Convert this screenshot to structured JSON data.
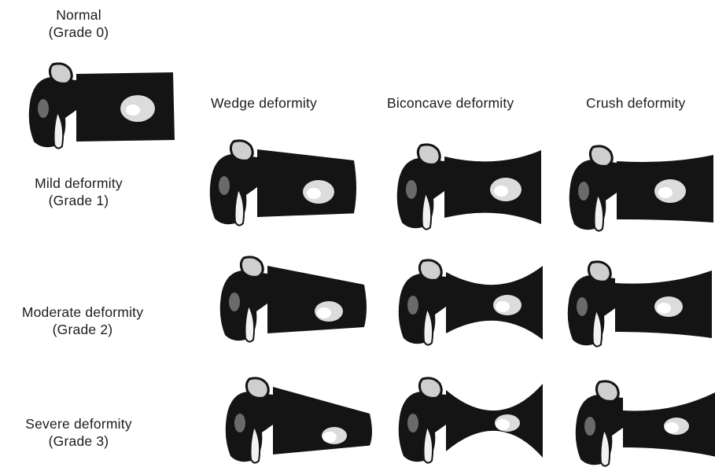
{
  "columns": [
    {
      "id": "wedge",
      "label": "Wedge deformity"
    },
    {
      "id": "biconcave",
      "label": "Biconcave deformity"
    },
    {
      "id": "crush",
      "label": "Crush deformity"
    }
  ],
  "grades": [
    {
      "id": "grade0",
      "name": "Normal",
      "grade": "(Grade 0)"
    },
    {
      "id": "grade1",
      "name": "Mild deformity",
      "grade": "(Grade 1)"
    },
    {
      "id": "grade2",
      "name": "Moderate deformity",
      "grade": "(Grade 2)"
    },
    {
      "id": "grade3",
      "name": "Severe deformity",
      "grade": "(Grade 3)"
    }
  ],
  "colors": {
    "bone": "#141414",
    "marrow": "#f2f2f2",
    "text": "#1c1c1c",
    "background": "#ffffff"
  }
}
